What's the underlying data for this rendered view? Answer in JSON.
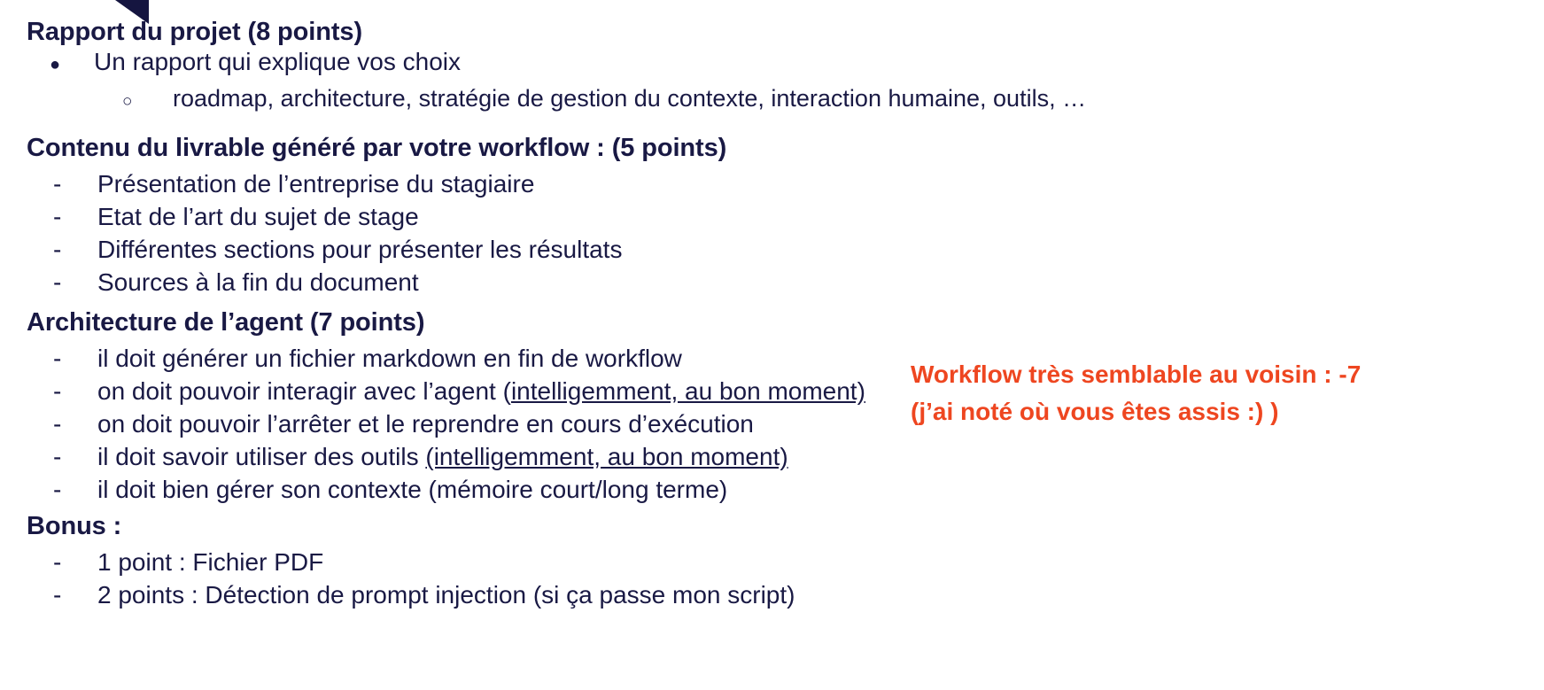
{
  "slide": {
    "background_color": "#ffffff",
    "text_color": "#191944",
    "accent_color": "#EE4620",
    "decoration_color": "#151540"
  },
  "sections": [
    {
      "heading": "Rapport du projet  (8 points)",
      "items": [
        {
          "marker": "●",
          "level": "bullet1",
          "text": "Un rapport qui explique vos choix"
        },
        {
          "marker": "○",
          "level": "bullet2",
          "text": "roadmap, architecture, stratégie de gestion du contexte, interaction humaine, outils, …"
        }
      ]
    },
    {
      "heading": "Contenu du livrable généré par votre workflow : (5 points)",
      "items": [
        {
          "marker": "-",
          "level": "dash",
          "text": "Présentation de l’entreprise du stagiaire"
        },
        {
          "marker": "-",
          "level": "dash",
          "text": "Etat de l’art du sujet de stage"
        },
        {
          "marker": "-",
          "level": "dash",
          "text": "Différentes sections pour présenter les résultats"
        },
        {
          "marker": "-",
          "level": "dash",
          "text": "Sources à la fin du document"
        }
      ]
    },
    {
      "heading": "Architecture de l’agent (7 points)",
      "items": [
        {
          "marker": "-",
          "level": "dash",
          "text": "il doit générer un fichier markdown en fin de workflow"
        },
        {
          "marker": "-",
          "level": "dash",
          "text_before": "on doit pouvoir interagir avec l’agent (",
          "text_underlined": "intelligemment, au bon moment)",
          "text_after": ""
        },
        {
          "marker": "-",
          "level": "dash",
          "text": "on doit pouvoir l’arrêter et le reprendre en cours d’exécution"
        },
        {
          "marker": "-",
          "level": "dash",
          "text_before": "il doit savoir utiliser des outils ",
          "text_underlined": "(intelligemment, au bon moment)",
          "text_after": ""
        },
        {
          "marker": "-",
          "level": "dash",
          "text": "il doit bien gérer son contexte (mémoire court/long terme)"
        }
      ]
    },
    {
      "heading": "Bonus :",
      "items": [
        {
          "marker": "-",
          "level": "dash",
          "text": "1 point : Fichier PDF"
        },
        {
          "marker": "-",
          "level": "dash",
          "text": "2 points : Détection de prompt injection (si ça passe mon script)"
        }
      ]
    }
  ],
  "annotation": {
    "line1": "Workflow très semblable au voisin : -7",
    "line2": "(j’ai noté où vous êtes assis :) )"
  }
}
